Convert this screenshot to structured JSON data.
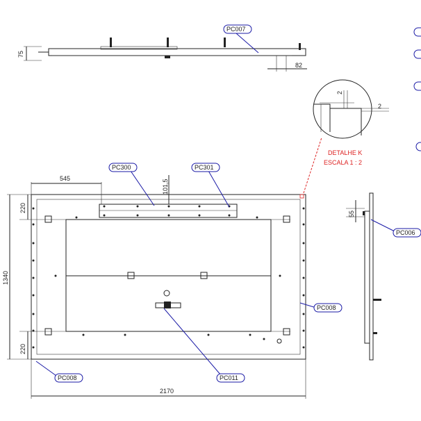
{
  "labels": {
    "pc007": "PC007",
    "pc300": "PC300",
    "pc301": "PC301",
    "pc006": "PC006",
    "pc008_right": "PC008",
    "pc008_left": "PC008",
    "pc011": "PC011"
  },
  "dimensions": {
    "top_height": "75",
    "top_offset": "82",
    "detail_v": "2",
    "detail_h": "2",
    "left_offset": "545",
    "bar_offset": "101,5",
    "upper_margin": "220",
    "total_height": "1340",
    "lower_margin": "220",
    "total_width": "2170",
    "side_offset": "55"
  },
  "detail": {
    "title": "DETALHE K",
    "scale": "ESCALA 1 : 2"
  },
  "colors": {
    "line": "#222222",
    "leader": "#1a1aa6",
    "detail_text": "#d22222"
  }
}
